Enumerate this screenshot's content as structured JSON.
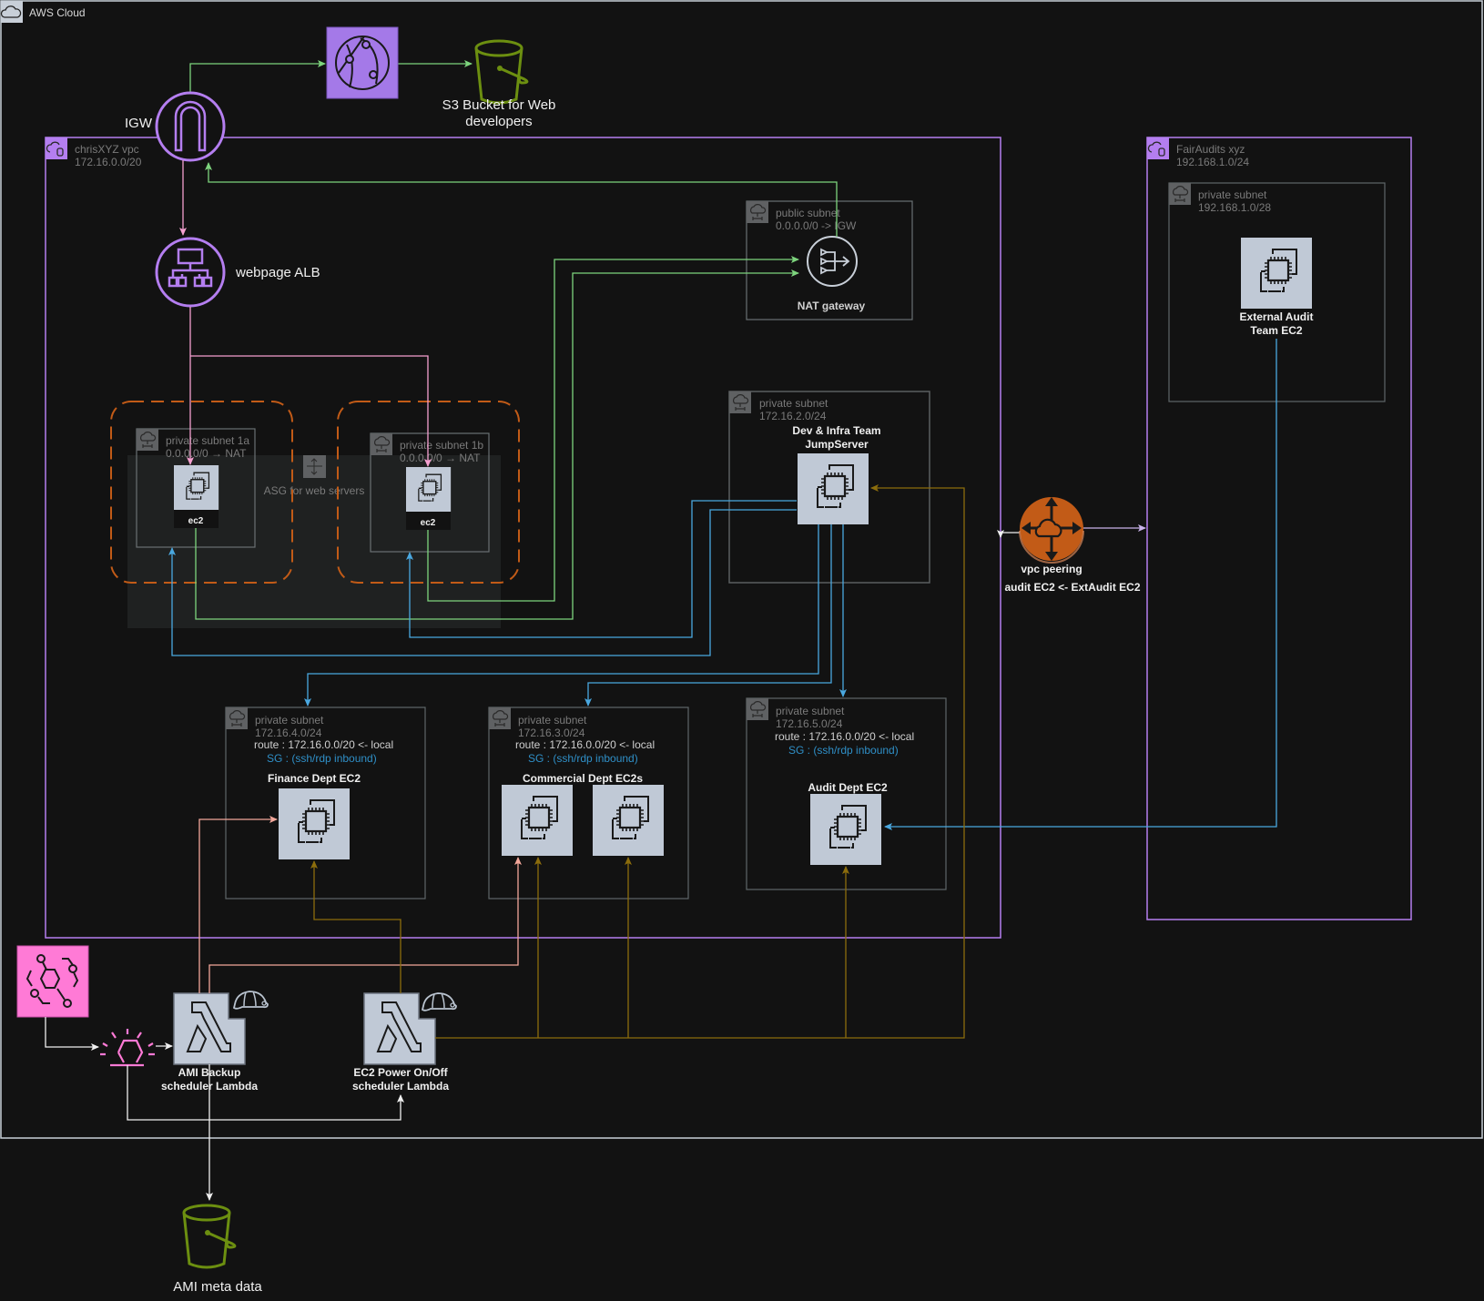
{
  "cloud": {
    "title": "AWS Cloud"
  },
  "edge": {
    "igw_label": "IGW",
    "s3_web_label_1": "S3 Bucket for Web",
    "s3_web_label_2": "developers"
  },
  "vpc_main": {
    "name": "chrisXYZ vpc",
    "cidr": "172.16.0.0/20",
    "alb_label": "webpage ALB",
    "public_subnet": {
      "name": "public subnet",
      "route": "0.0.0.0/0 -> IGW",
      "nat_label": "NAT gateway"
    },
    "asg_label": "ASG for web servers",
    "subnet_1a": {
      "name": "private subnet 1a",
      "route": "0.0.0.0/0 → NAT",
      "ec2_label": "ec2"
    },
    "subnet_1b": {
      "name": "private subnet 1b",
      "route": "0.0.0.0/0 → NAT",
      "ec2_label": "ec2"
    },
    "jump_subnet": {
      "name": "private subnet",
      "cidr": "172.16.2.0/24",
      "server_label_1": "Dev & Infra Team",
      "server_label_2": "JumpServer"
    },
    "finance_subnet": {
      "name": "private subnet",
      "cidr": "172.16.4.0/24",
      "route": "route : 172.16.0.0/20 <- local",
      "sg": "SG : (ssh/rdp inbound)",
      "ec2_label": "Finance Dept EC2"
    },
    "commercial_subnet": {
      "name": "private subnet",
      "cidr": "172.16.3.0/24",
      "route": "route : 172.16.0.0/20 <- local",
      "sg": "SG : (ssh/rdp inbound)",
      "ec2_label": "Commercial Dept EC2s"
    },
    "audit_subnet": {
      "name": "private subnet",
      "cidr": "172.16.5.0/24",
      "route": "route : 172.16.0.0/20 <- local",
      "sg": "SG : (ssh/rdp inbound)",
      "ec2_label": "Audit Dept EC2"
    }
  },
  "peering": {
    "label": "vpc peering",
    "note": "audit EC2 <- ExtAudit EC2"
  },
  "vpc_ext": {
    "name": "FairAudits xyz",
    "cidr": "192.168.1.0/24",
    "subnet": {
      "name": "private subnet",
      "cidr": "192.168.1.0/28"
    },
    "ec2_label_1": "External Audit",
    "ec2_label_2": "Team EC2"
  },
  "automation": {
    "lambda_ami_1": "AMI Backup",
    "lambda_ami_2": "scheduler Lambda",
    "lambda_power_1": "EC2 Power On/Off",
    "lambda_power_2": "scheduler Lambda",
    "s3_ami_label": "AMI meta data"
  },
  "colors": {
    "purple": "#b47ef0",
    "green_line": "#7dd47d",
    "pink_line": "#f5a0d0",
    "salmon_line": "#f3a79a",
    "blue_line": "#4aa8e0",
    "gold_line": "#8c6d0c",
    "orange": "#c25b17",
    "ec2_fill": "#c0c9d6",
    "s3_green": "#6c8f10"
  }
}
